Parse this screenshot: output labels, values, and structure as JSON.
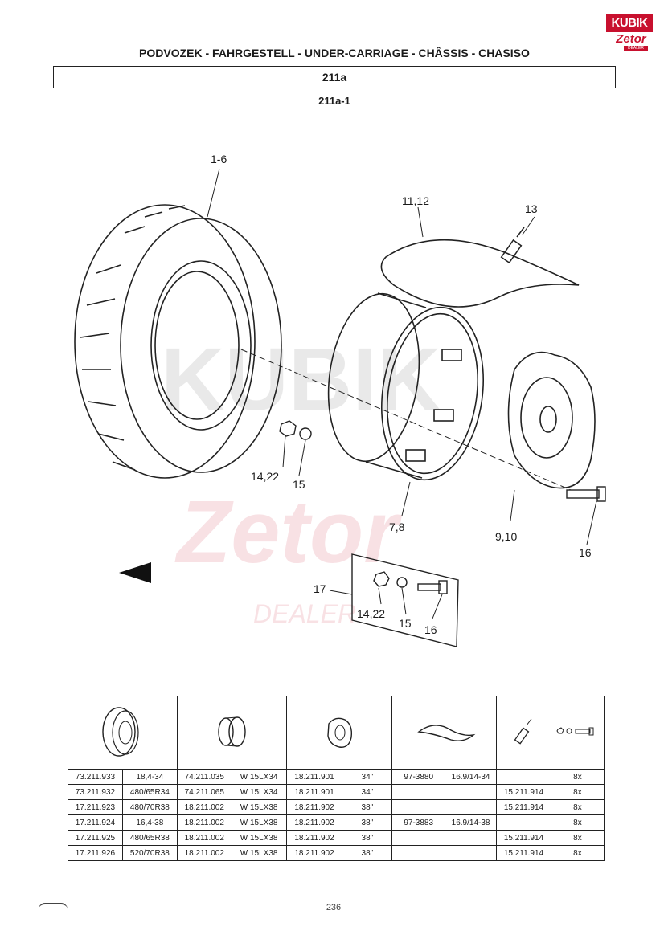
{
  "logo": {
    "brand": "KUBIK",
    "sub": "Zetor",
    "dealer": "DEALER"
  },
  "header": {
    "title": "PODVOZEK - FAHRGESTELL - UNDER-CARRIAGE - CHÂSSIS - CHASISO",
    "section": "211a",
    "subsection": "211a-1"
  },
  "callouts": {
    "c1": "1-6",
    "c2": "11,12",
    "c3": "13",
    "c4": "14,22",
    "c5": "15",
    "c6": "7,8",
    "c7": "9,10",
    "c8": "16",
    "c9": "17",
    "c10": "14,22",
    "c11": "15",
    "c12": "16"
  },
  "watermark": {
    "text1": "KUBIK",
    "text2": "Zetor",
    "text3": "DEALER"
  },
  "table": {
    "rows": [
      [
        "73.211.933",
        "18,4-34",
        "74.211.035",
        "W 15LX34",
        "18.211.901",
        "34\"",
        "97-3880",
        "16.9/14-34",
        "",
        "8x"
      ],
      [
        "73.211.932",
        "480/65R34",
        "74.211.065",
        "W 15LX34",
        "18.211.901",
        "34\"",
        "",
        "",
        "15.211.914",
        "8x"
      ],
      [
        "17.211.923",
        "480/70R38",
        "18.211.002",
        "W 15LX38",
        "18.211.902",
        "38\"",
        "",
        "",
        "15.211.914",
        "8x"
      ],
      [
        "17.211.924",
        "16,4-38",
        "18.211.002",
        "W 15LX38",
        "18.211.902",
        "38\"",
        "97-3883",
        "16.9/14-38",
        "",
        "8x"
      ],
      [
        "17.211.925",
        "480/65R38",
        "18.211.002",
        "W 15LX38",
        "18.211.902",
        "38\"",
        "",
        "",
        "15.211.914",
        "8x"
      ],
      [
        "17.211.926",
        "520/70R38",
        "18.211.002",
        "W 15LX38",
        "18.211.902",
        "38\"",
        "",
        "",
        "15.211.914",
        "8x"
      ]
    ]
  },
  "footer": {
    "page": "236"
  }
}
